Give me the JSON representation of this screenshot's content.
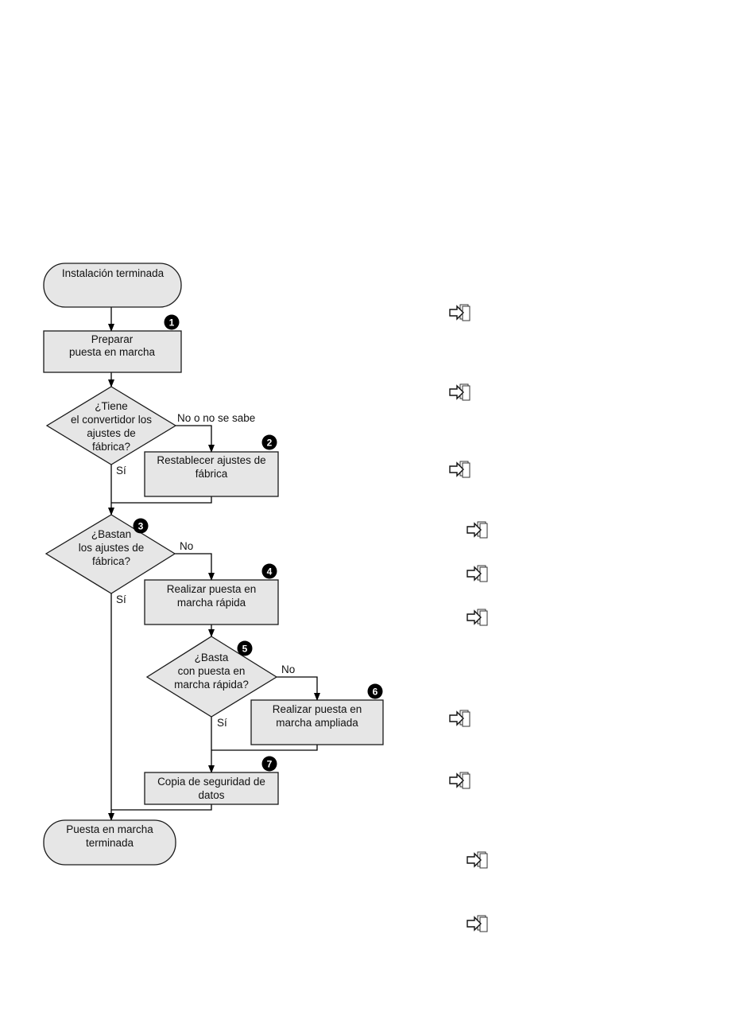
{
  "flowchart": {
    "nodes": {
      "start": [
        "Instalación terminada"
      ],
      "prepare": [
        "Preparar",
        "puesta en marcha"
      ],
      "q_factory": [
        "¿Tiene",
        "el convertidor los",
        "ajustes de",
        "fábrica?"
      ],
      "reset": [
        "Restablecer ajustes de",
        "fábrica"
      ],
      "q_enough": [
        "¿Bastan",
        "los ajustes de",
        "fábrica?"
      ],
      "quick": [
        "Realizar puesta en",
        "marcha rápida"
      ],
      "q_quick": [
        "¿Basta",
        "con puesta en",
        "marcha rápida?"
      ],
      "extended": [
        "Realizar puesta en",
        "marcha ampliada"
      ],
      "backup": [
        "Copia de seguridad de",
        "datos"
      ],
      "end": [
        "Puesta en marcha",
        "terminada"
      ]
    },
    "edges": {
      "no_or_unknown": "No o no se sabe",
      "yes1": "Sí",
      "no2": "No",
      "yes2": "Sí",
      "no3": "No",
      "yes3": "Sí"
    },
    "badges": [
      "1",
      "2",
      "3",
      "4",
      "5",
      "6",
      "7"
    ]
  },
  "reference_icon": "manual-reference-icon"
}
